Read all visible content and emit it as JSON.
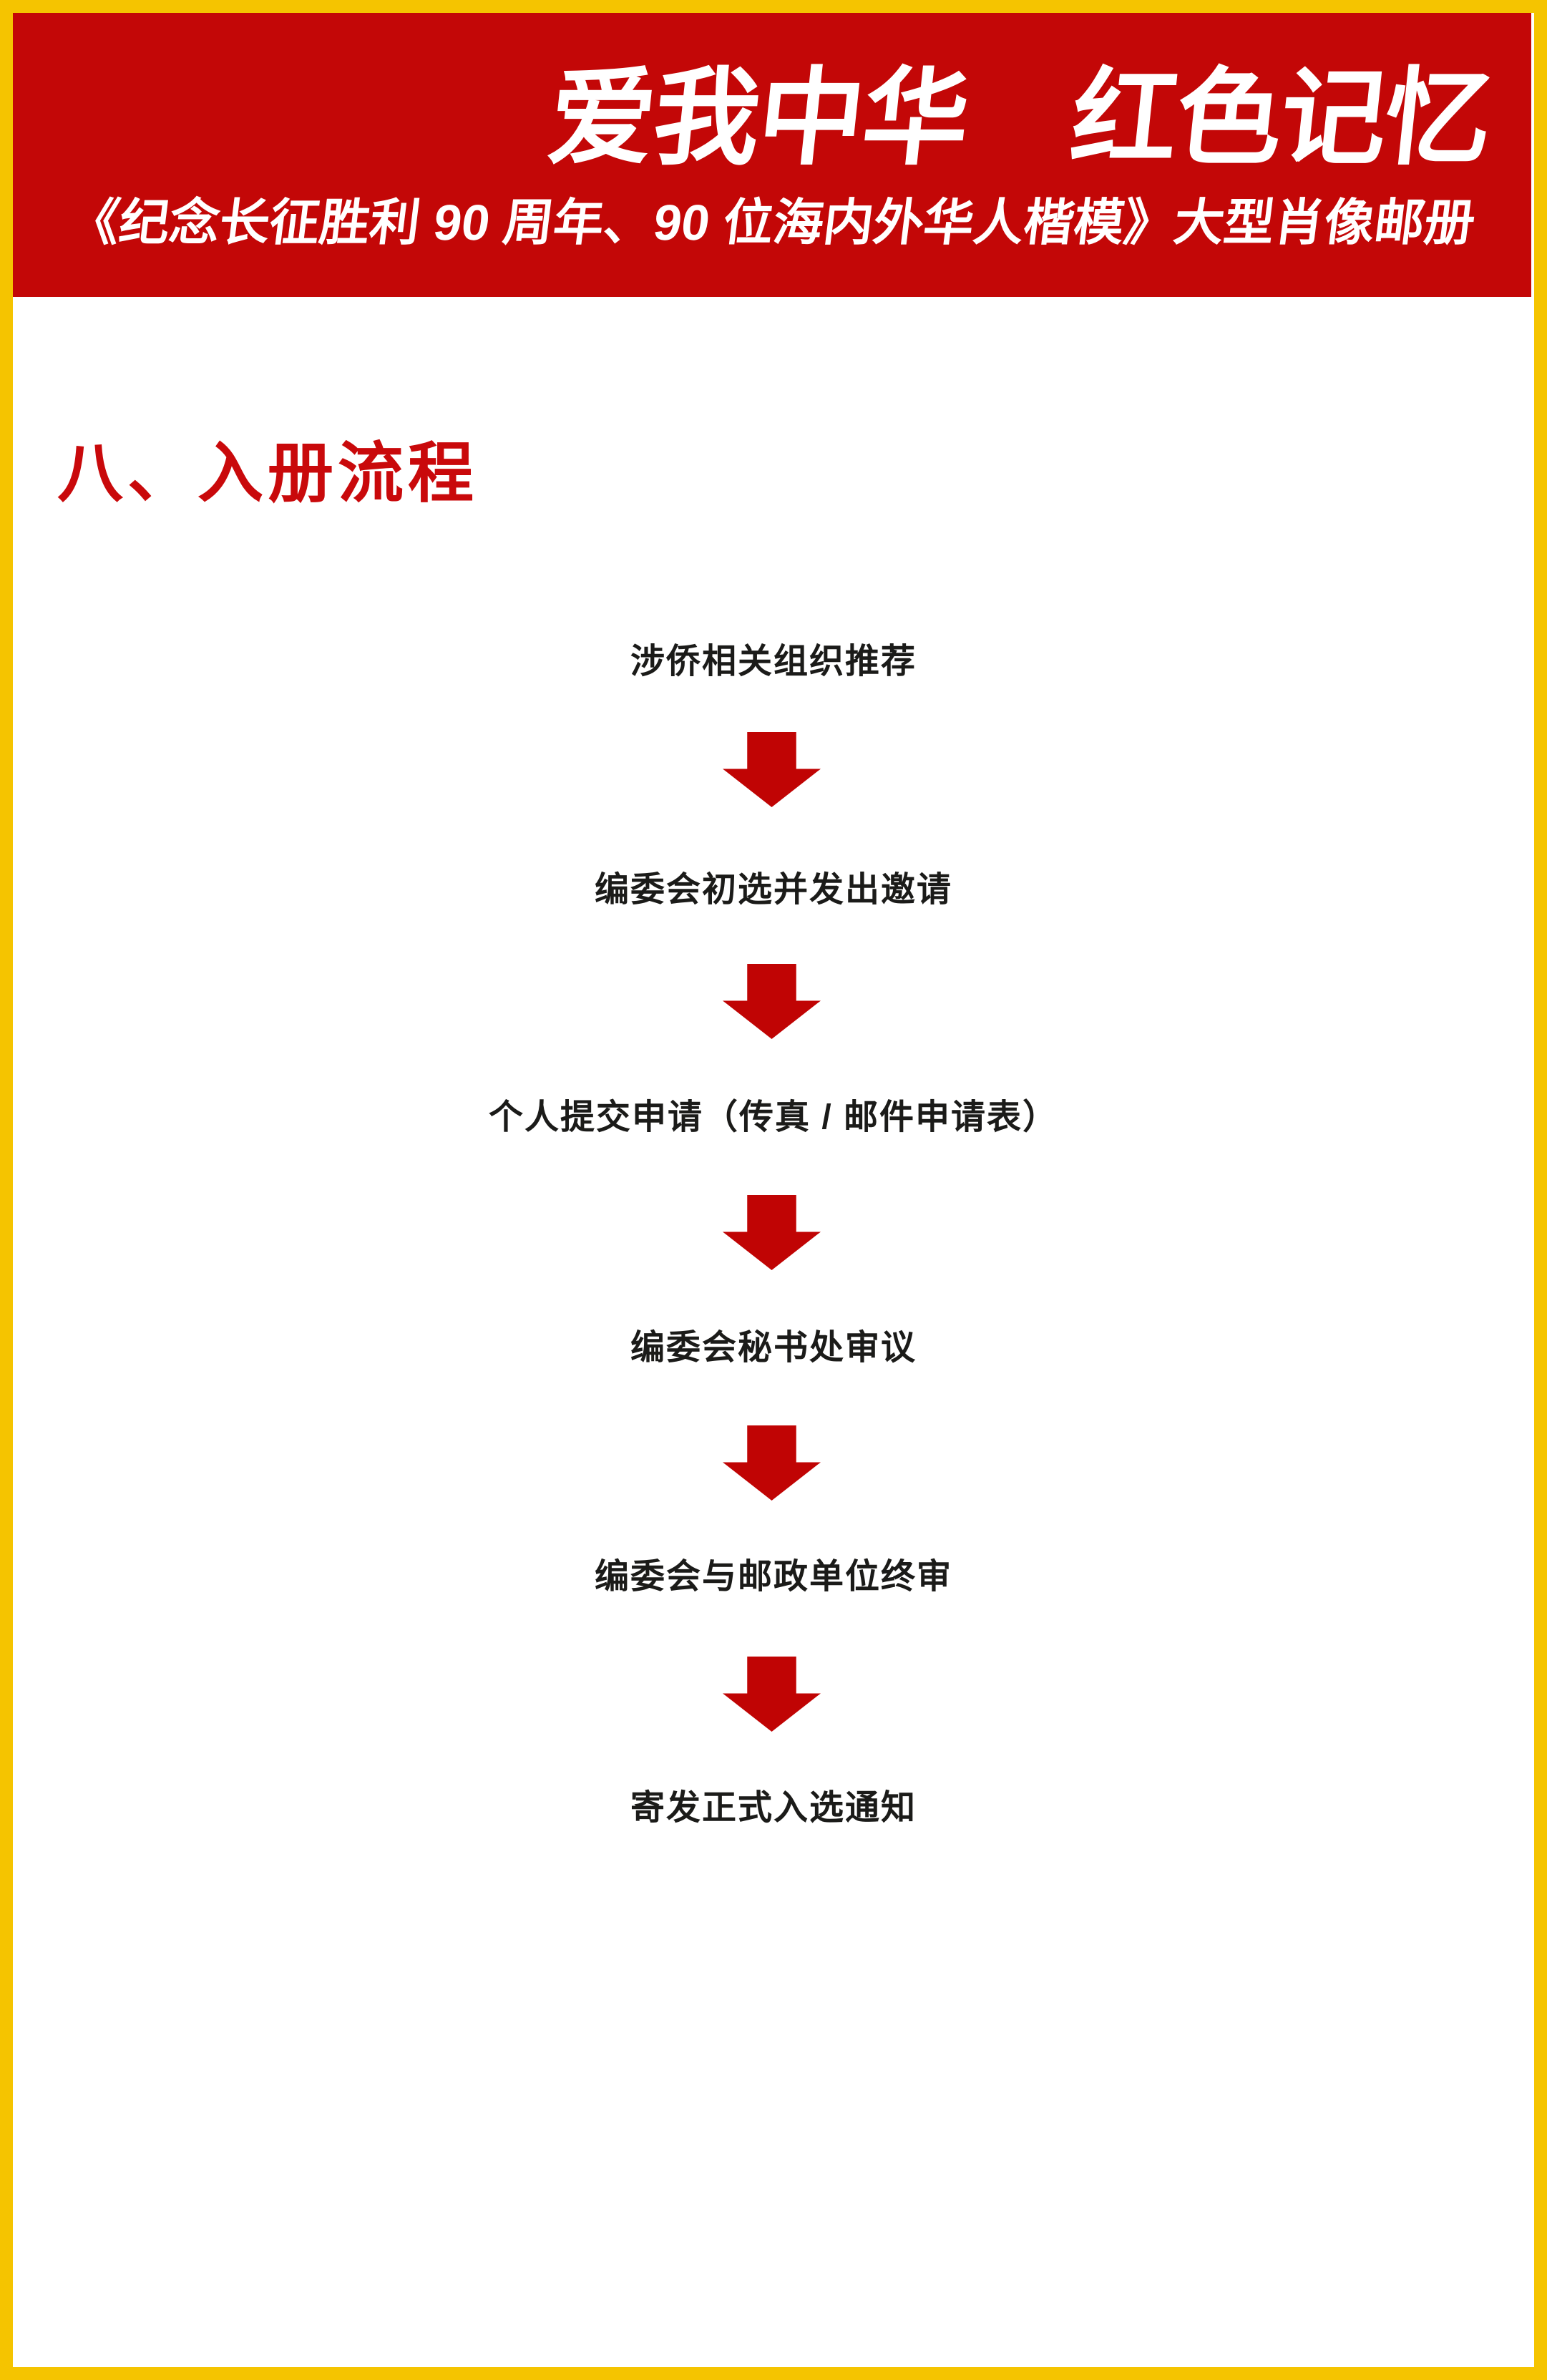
{
  "page": {
    "border_color": "#F5C400",
    "body_background": "#FFFFFF"
  },
  "header": {
    "background_color": "#C30707",
    "text_color": "#FFFFFF",
    "title": "爱我中华　红色记忆",
    "subtitle": "《纪念长征胜利 90 周年、90 位海内外华人楷模》大型肖像邮册"
  },
  "section": {
    "heading": "八、入册流程",
    "heading_color": "#C9090B"
  },
  "flowchart": {
    "arrow_color": "#C00404",
    "arrow_direction": "down",
    "steps": [
      {
        "label": "涉侨相关组织推荐"
      },
      {
        "label": "编委会初选并发出邀请"
      },
      {
        "label": "个人提交申请（传真 / 邮件申请表）"
      },
      {
        "label": "编委会秘书处审议"
      },
      {
        "label": "编委会与邮政单位终审"
      },
      {
        "label": "寄发正式入选通知"
      }
    ]
  }
}
